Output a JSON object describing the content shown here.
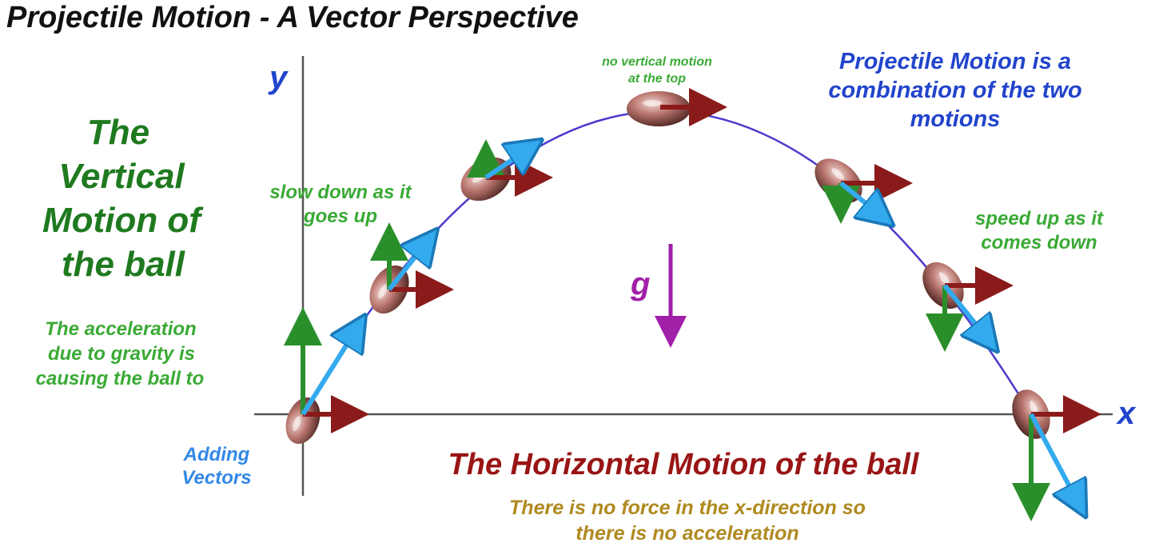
{
  "title": "Projectile Motion - A Vector Perspective",
  "axes": {
    "y_label": "y",
    "x_label": "x"
  },
  "vertical_heading": [
    "The",
    "Vertical",
    "Motion of",
    "the ball"
  ],
  "gravity_note": [
    "The acceleration",
    "due to gravity is",
    "causing the ball to"
  ],
  "slow_down_note": [
    "slow down as it",
    "goes up"
  ],
  "top_note": [
    "no vertical motion",
    "at the top"
  ],
  "combination_note": [
    "Projectile Motion is a",
    "combination of the two",
    "motions"
  ],
  "speed_up_note": [
    "speed up as it",
    "comes down"
  ],
  "gravity_label": "g",
  "adding_vectors_note": [
    "Adding",
    "Vectors"
  ],
  "horizontal_heading": "The Horizontal Motion of the ball",
  "no_force_note": [
    "There is no force in the x-direction so",
    "there is no acceleration"
  ],
  "colors": {
    "title": "#111111",
    "vertical_text": "#1f7a1f",
    "note_green": "#3aaa35",
    "combination": "#2244cc",
    "adding": "#3388e6",
    "horizontal": "#991515",
    "no_force": "#b08a20",
    "gravity": "#a020a8",
    "vertical_vector": "#2a8f2a",
    "horizontal_vector": "#8b1a1a",
    "resultant_vector": "#33aaee",
    "trajectory": "#4b3acc",
    "axis": "#555555",
    "ball": "#7a3f3a"
  },
  "icons": {
    "ball": "football-icon"
  }
}
